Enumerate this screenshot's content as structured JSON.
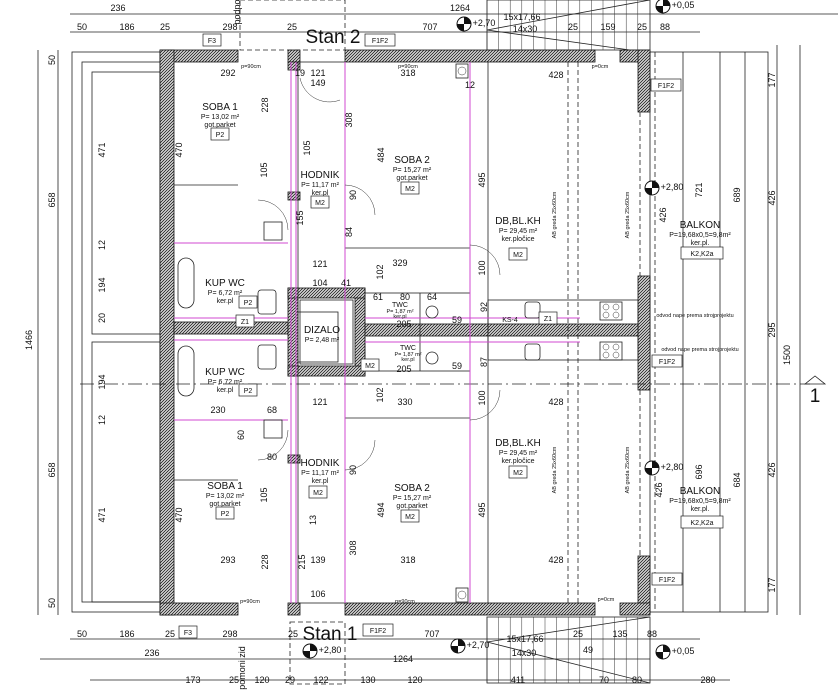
{
  "colors": {
    "wall": "#3a3a3a",
    "installation": "#d048d0",
    "line": "#222222"
  },
  "plan": {
    "stan_top": "Stan 2",
    "stan_bottom": "Stan 1",
    "section_mark": "1",
    "rooms": [
      {
        "name": "SOBA 1",
        "area": "P= 13,02 m²",
        "floor": "got.parket",
        "tag": "P2"
      },
      {
        "name": "HODNIK",
        "area": "P= 11,17 m²",
        "floor": "ker.pl",
        "tag": "M2"
      },
      {
        "name": "SOBA 2",
        "area": "P= 15,27 m²",
        "floor": "got.parket",
        "tag": "M2"
      },
      {
        "name": "DB,BL.KH",
        "area": "P= 29,45 m²",
        "floor": "ker.pločice",
        "tag": "M2"
      },
      {
        "name": "BALKON",
        "area": "P=19,68x0,5=9,8m²",
        "floor": "ker.pl.",
        "tag": "K2,K2a"
      },
      {
        "name": "KUP WC",
        "area": "P= 6,72 m²",
        "floor": "ker.pl",
        "tag": "P2"
      },
      {
        "name": "TWC",
        "area": "P= 1,87 m²",
        "floor": "ker.pl",
        "tag": ""
      },
      {
        "name": "DIZALO",
        "area": "P= 2,48 m²",
        "floor": "",
        "tag": ""
      },
      {
        "name": "TWC",
        "area": "P= 1,87 m²",
        "floor": "ker.pl",
        "tag": "M2"
      },
      {
        "name": "KUP WC",
        "area": "P= 6,72 m²",
        "floor": "ker.pl",
        "tag": "P2"
      },
      {
        "name": "HODNIK",
        "area": "P= 11,17 m²",
        "floor": "ker.pl",
        "tag": "M2"
      },
      {
        "name": "SOBA 1",
        "area": "P= 13,02 m²",
        "floor": "got.parket",
        "tag": "P2"
      },
      {
        "name": "SOBA 2",
        "area": "P= 15,27 m²",
        "floor": "got.parket",
        "tag": "M2"
      },
      {
        "name": "DB,BL.KH",
        "area": "P= 29,45 m²",
        "floor": "ker.pločice",
        "tag": "M2"
      },
      {
        "name": "BALKON",
        "area": "P=19,68x0,5=9,8m²",
        "floor": "ker.pl.",
        "tag": "K2,K2a"
      }
    ],
    "tags": [
      "F3",
      "F1F2",
      "F1F2",
      "F1F2",
      "F1F2",
      "F3",
      "F1F2",
      "Z1",
      "Z1",
      "KS-4"
    ],
    "levels": [
      "+2,70",
      "+0,05",
      "+2,80",
      "+2,80",
      "+2,80",
      "+2,70",
      "+0,05"
    ],
    "stairs": [
      "15x17,66",
      "14x30",
      "15x17,66",
      "14x30"
    ],
    "notes": [
      "AB greda 25x60cm",
      "AB greda 25x60cm",
      "AB greda 25x60cm",
      "AB greda 25x60cm",
      "odvod nape prema strojprojektu",
      "odvod nape prema strojprojektu",
      "podpo",
      "pomoni zid",
      "p=90cm",
      "p=90cm",
      "p=0cm",
      "p=90cm",
      "p=90cm",
      "p=0cm"
    ],
    "dimensions": [
      "236",
      "1264",
      "50",
      "186",
      "25",
      "298",
      "25",
      "707",
      "25",
      "159",
      "25",
      "88",
      "292",
      "19",
      "121",
      "149",
      "318",
      "428",
      "12",
      "228",
      "470",
      "471",
      "658",
      "50",
      "308",
      "484",
      "105",
      "105",
      "155",
      "90",
      "84",
      "495",
      "721",
      "689",
      "426",
      "426",
      "177",
      "295",
      "1500",
      "1466",
      "12",
      "194",
      "20",
      "121",
      "329",
      "102",
      "100",
      "104",
      "41",
      "61",
      "80",
      "64",
      "92",
      "205",
      "59",
      "205",
      "59",
      "87",
      "194",
      "12",
      "230",
      "68",
      "121",
      "330",
      "102",
      "100",
      "428",
      "60",
      "80",
      "471",
      "470",
      "658",
      "105",
      "494",
      "308",
      "495",
      "90",
      "13",
      "293",
      "228",
      "215",
      "139",
      "318",
      "428",
      "106",
      "50",
      "177",
      "426",
      "684",
      "696",
      "426",
      "50",
      "186",
      "25",
      "298",
      "25",
      "707",
      "25",
      "49",
      "135",
      "88",
      "236",
      "1264",
      "173",
      "25",
      "120",
      "29",
      "122",
      "130",
      "120",
      "411",
      "70",
      "80",
      "280"
    ]
  }
}
